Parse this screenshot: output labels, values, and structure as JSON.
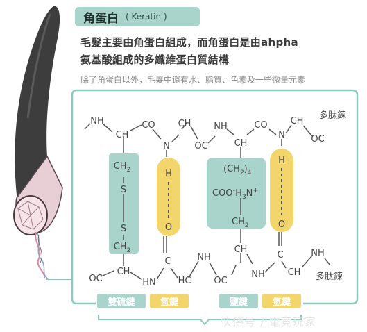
{
  "title": {
    "main": "角蛋白",
    "sub": "( Keratin )"
  },
  "description": {
    "line1": "毛髮主要由角蛋白組成，而角蛋白是由ahpha",
    "line2": "氨基酸組成的多纖維蛋白質結構"
  },
  "note": "除了角蛋白以外，毛髮中還有水、脂質、色素及一些微量元素",
  "molecule": {
    "top_chain": [
      "NH",
      "CH",
      "CO",
      "N",
      "CH",
      "OC",
      "NH",
      "CH",
      "CO",
      "N",
      "CH",
      "OC"
    ],
    "bottom_chain": [
      "OC",
      "CH",
      "HN",
      "C",
      "HC",
      "NH",
      "OC",
      "CH",
      "NH",
      "C",
      "CH",
      "NH"
    ],
    "label_top": "多肽鍊",
    "label_bottom": "多肽鍊",
    "disulfide": [
      "CH",
      "2",
      "S",
      "S",
      "CH",
      "2"
    ],
    "hbond_1": [
      "H",
      "O"
    ],
    "hbond_2": [
      "H",
      "O"
    ],
    "salt": {
      "group_top": "(CH",
      "group_top_sub": "2",
      "group_top_end": ")",
      "group_top_n": "4",
      "coo": "COO",
      "minus": "-",
      "h3n": "H",
      "h3n_sub": "3",
      "h3n_end": "N",
      "plus": "+",
      "ch2": "CH",
      "ch2_sub": "2"
    }
  },
  "legend": [
    "雙硫鍵",
    "氫鍵",
    "鹽鍵",
    "氫鍵"
  ],
  "watermark": "快傳号 / 電竞玩家",
  "colors": {
    "teal": "#a9d4cc",
    "yellow": "#f2d56b",
    "frame": "#8cc9bf",
    "hair": "#3d3d3d"
  }
}
